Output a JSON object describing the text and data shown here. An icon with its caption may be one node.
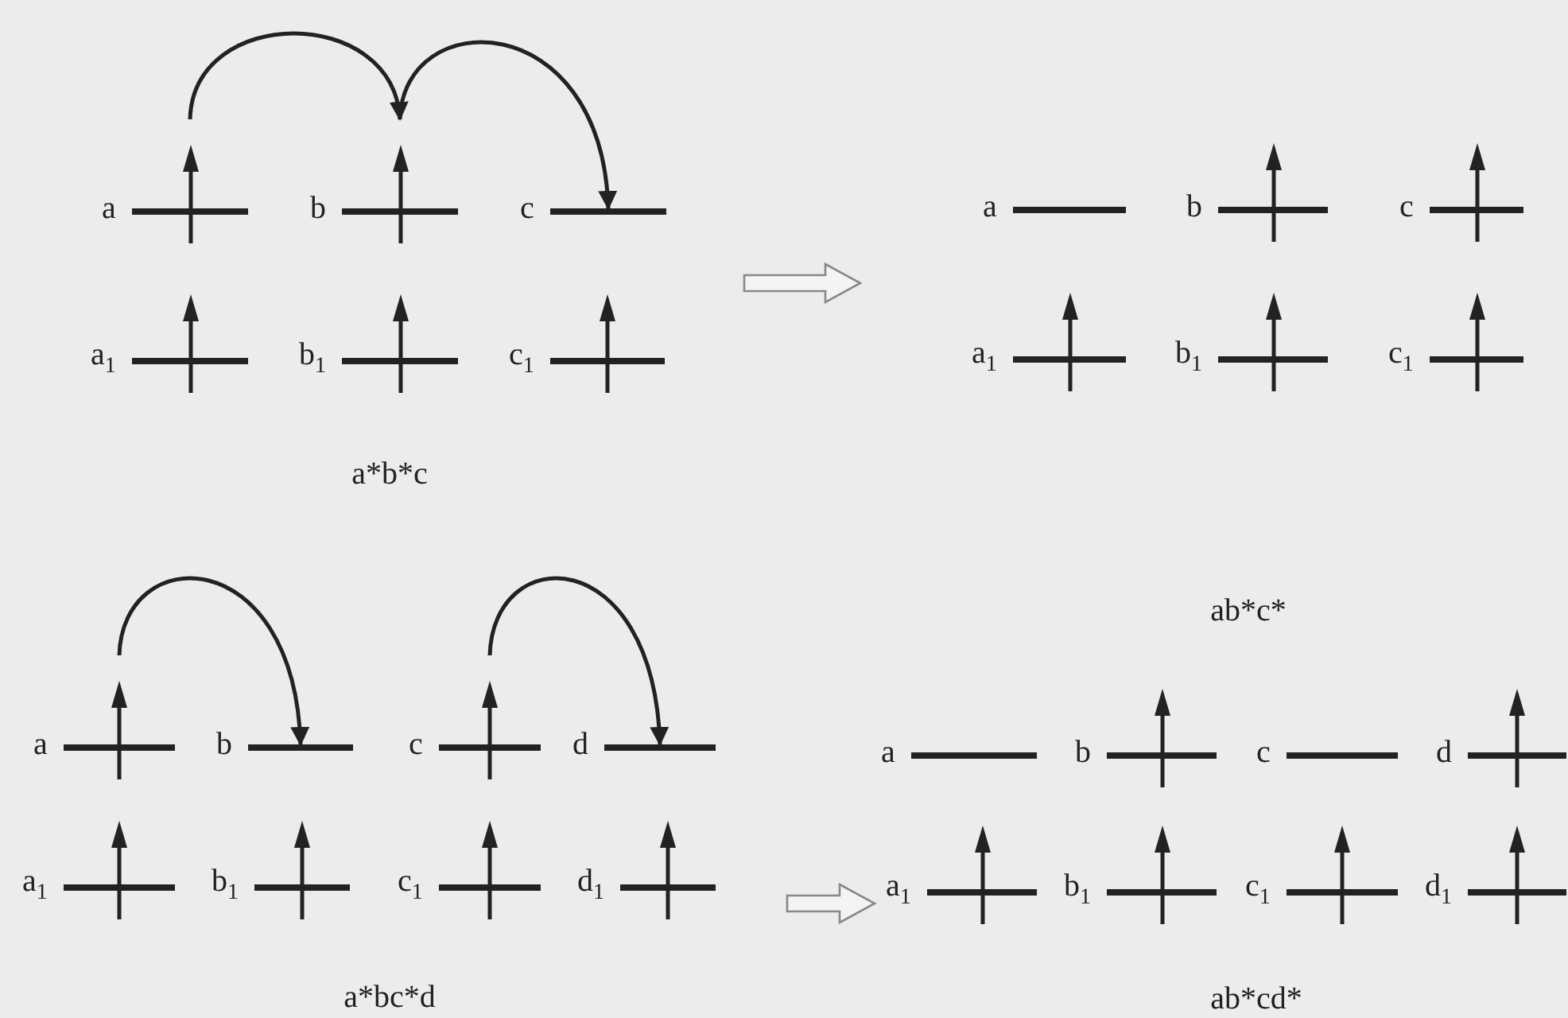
{
  "diagram": {
    "nodes": [
      {
        "text": [
          "a"
        ]
      },
      {
        "text": [],
        "shape": "arrow"
      },
      {
        "text": [
          "b"
        ]
      },
      {
        "text": [],
        "shape": "arrow"
      },
      {
        "text": [
          "c"
        ]
      },
      {
        "text": [
          "a$_{1}$"
        ]
      },
      {
        "text": [],
        "shape": "arrow"
      },
      {
        "text": [
          "b$_{1}$"
        ]
      },
      {
        "text": [],
        "shape": "arrow"
      },
      {
        "text": [
          "c$_{1}$"
        ]
      },
      {
        "text": [],
        "shape": "arrow"
      },
      {
        "text": [
          "a"
        ]
      },
      {
        "text": [
          "b"
        ]
      },
      {
        "text": [],
        "shape": "arrow"
      },
      {
        "text": [
          "c"
        ]
      },
      {
        "text": [],
        "shape": "arrow"
      },
      {
        "text": [
          "a$_{1}$"
        ]
      },
      {
        "text": [],
        "shape": "arrow"
      },
      {
        "text": [
          "b$_{1}$"
        ]
      },
      {
        "text": [],
        "shape": "arrow"
      },
      {
        "text": [
          "c$_{1}$"
        ]
      },
      {
        "text": [],
        "shape": "arrow"
      },
      {
        "text": [
          "a"
        ]
      },
      {
        "text": [],
        "shape": "arrow"
      },
      {
        "text": [
          "b"
        ]
      },
      {
        "text": [
          "c"
        ]
      },
      {
        "text": [],
        "shape": "arrow"
      },
      {
        "text": [
          "d"
        ]
      },
      {
        "text": [
          "a$_{1}$"
        ]
      },
      {
        "text": [],
        "shape": "arrow"
      },
      {
        "text": [
          "b$_{1}$"
        ]
      },
      {
        "text": [],
        "shape": "arrow"
      },
      {
        "text": [
          "c$_{1}$"
        ]
      },
      {
        "text": [],
        "shape": "arrow"
      },
      {
        "text": [
          "d$_{1}$"
        ]
      },
      {
        "text": [],
        "shape": "arrow"
      },
      {
        "text": [
          "a"
        ]
      },
      {
        "text": [
          "b"
        ]
      },
      {
        "text": [],
        "shape": "arrow"
      },
      {
        "text": [
          "c"
        ]
      },
      {
        "text": [
          "d"
        ]
      },
      {
        "text": [],
        "shape": "arrow"
      },
      {
        "text": [
          "a$_{1}$"
        ]
      },
      {
        "text": [],
        "shape": "arrow"
      },
      {
        "text": [
          "b$_{1}$"
        ]
      },
      {
        "text": [],
        "shape": "arrow"
      },
      {
        "text": [
          "c$_{1}$"
        ]
      },
      {
        "text": [],
        "shape": "arrow"
      },
      {
        "text": [
          "d$_{1}$"
        ]
      },
      {
        "text": [],
        "shape": "arrow"
      }
    ],
    "edges": [
      {
        "from": 1,
        "to": 3,
        "arrow": "to"
      },
      {
        "from": 3,
        "to": 4,
        "arrow": "to"
      },
      {
        "from": 23,
        "to": 24,
        "arrow": "to"
      },
      {
        "from": 26,
        "to": 27,
        "arrow": "to"
      }
    ],
    "labels": [
      "a*b*c",
      "ab*c*",
      "a*bc*d",
      "ab*cd*"
    ]
  }
}
